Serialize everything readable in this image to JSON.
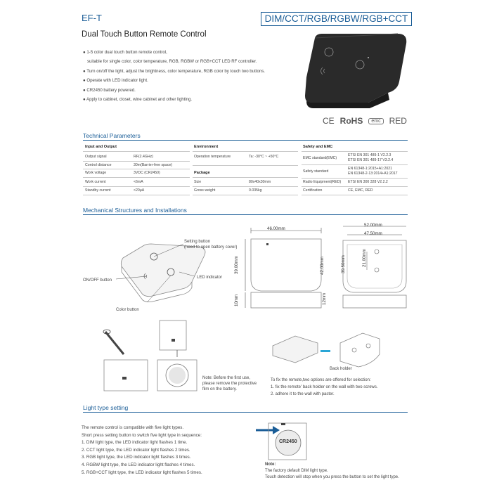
{
  "header": {
    "model": "EF-T",
    "types": "DIM/CCT/RGB/RGBW/RGB+CCT",
    "title": "Dual Touch Button Remote Control"
  },
  "features": [
    "1-5 color dual touch button remote control,",
    "suitable for single color, color temperature, RGB, RGBW or RGB+CCT LED RF controller.",
    "Turn on/off the light, adjust the brightness, color temperature, RGB color by touch two buttons.",
    "Operate with LED indicator light.",
    "CR2450 battery powered.",
    "Apply to cabinet, closet, wine cabinet and other lighting."
  ],
  "certs": {
    "ce": "CE",
    "rohs": "RoHS",
    "emc": "emc",
    "red": "RED"
  },
  "tech": {
    "title": "Technical Parameters",
    "io": {
      "header": "Input and Output",
      "rows": [
        [
          "Output signal",
          "RF(2.4GHz)"
        ],
        [
          "Control distance",
          "30m(Barrier-free space)"
        ],
        [
          "Work voltage",
          "3VDC (CR2450)"
        ],
        [
          "Work current",
          "<6mA"
        ],
        [
          "Standby current",
          "<20μA"
        ]
      ]
    },
    "env": {
      "header": "Environment",
      "rows": [
        [
          "Operation temperature",
          "Ta: -30°C ~ +50°C"
        ]
      ]
    },
    "pkg": {
      "header": "Package",
      "rows": [
        [
          "Size",
          "80x40x30mm"
        ],
        [
          "Gross weight",
          "0.035kg"
        ]
      ]
    },
    "safety": {
      "header": "Safety and EMC",
      "rows": [
        [
          "EMC standard(EMC)",
          "ETSI EN 301 489-1 V2.2.3",
          "ETSI EN 301 489-17 V3.2.4"
        ],
        [
          "Safety standard",
          "EN 61348-1:2015+A1:2021",
          "EN 61348-2-13:2014+A1:2017"
        ],
        [
          "Radio Equipment(RED)",
          "ETSI EN 300 328 V2.2.2",
          ""
        ],
        [
          "Certification",
          "CE, EMC, RED",
          ""
        ]
      ]
    }
  },
  "mech": {
    "title": "Mechanical Structures and Installations",
    "labels": {
      "setting": "Setting button",
      "setting_sub": "(need to open battery cover)",
      "led": "LED indicator",
      "onoff": "ON/OFF button",
      "color": "Color button",
      "back_holder": "Back holder"
    },
    "dims": {
      "w1": "46.00mm",
      "h1": "39.00mm",
      "t1": "10mm",
      "w2": "52.00mm",
      "w3": "47.50mm",
      "h2": "42.00mm",
      "h3": "39.50mm",
      "h4": "21.00mm",
      "t2": "12mm"
    },
    "battery_note": [
      "Note: Before the first use,",
      "please remove the protective",
      "film on the battery."
    ],
    "fix_note": [
      "To fix the remote,two options are offered for selection:",
      "1. fix the remote' back holder on the wall with two screws.",
      "2. adhere it to the wall with paster."
    ]
  },
  "light": {
    "title": "Light type setting",
    "lines": [
      "The remote control is compatible with five light types.",
      "Short press setting button to switch five light type in sequence:",
      "1. DIM light type, the LED indicator light flashes 1 time.",
      "2. CCT light type, the LED indicator light flashes 2 times.",
      "3. RGB light type, the LED indicator light flashes 3 times.",
      "4. RGBW light type, the LED indicator light flashes 4 times.",
      "5. RGB+CCT light type, the LED indicator light flashes 5 times."
    ],
    "battery": "CR2450",
    "note_label": "Note:",
    "notes": [
      "The factory default DIM light type.",
      "Touch detection will stop when you press the button to set the light type."
    ]
  },
  "colors": {
    "accent": "#1a5d97",
    "device": "#2b2b2b"
  }
}
